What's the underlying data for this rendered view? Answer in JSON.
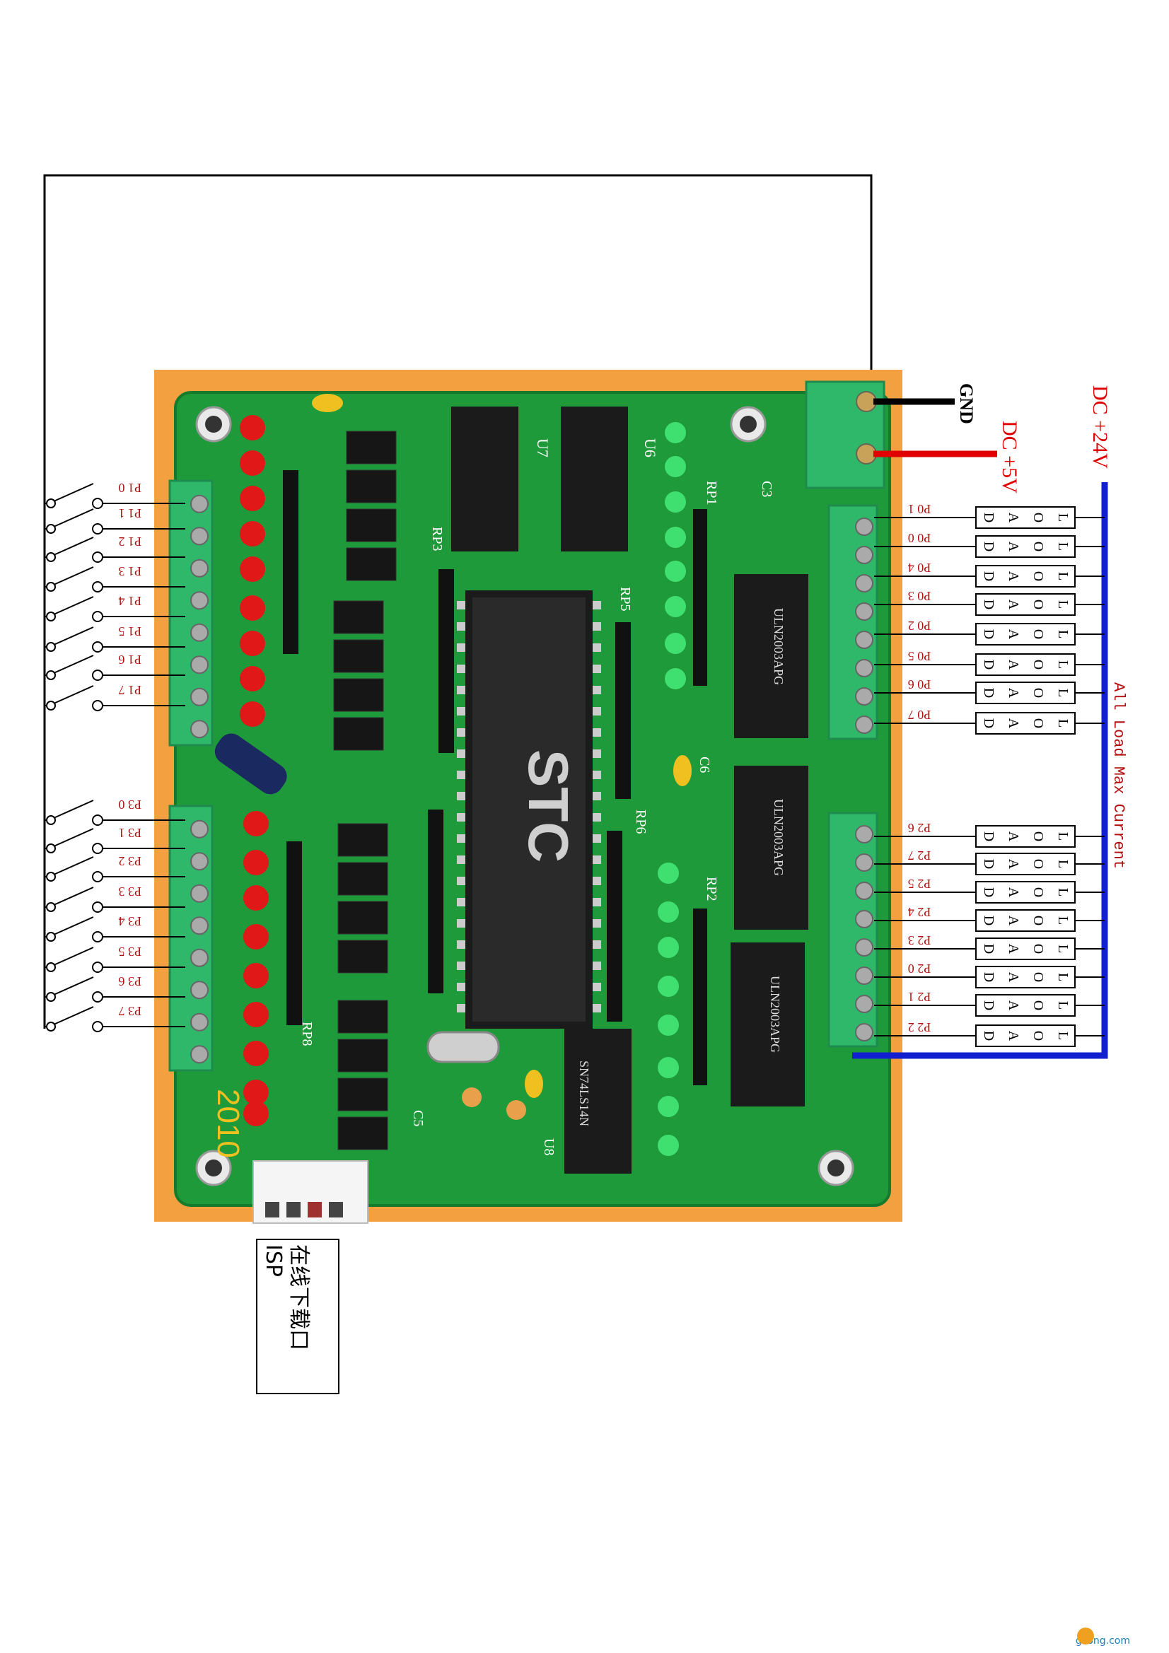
{
  "power": {
    "gnd": "GND",
    "dc5": "DC +5V",
    "dc24": "DC +24V",
    "load_note": "All Load Max Current"
  },
  "board": {
    "chip_brand": "STC",
    "u7": "U7",
    "u6": "U6",
    "u8": "U8",
    "c3": "C3",
    "c6": "C6",
    "c5": "C5",
    "rp1": "RP1",
    "rp2": "RP2",
    "rp3": "RP3",
    "rp5": "RP5",
    "rp6": "RP6",
    "rp8": "RP8",
    "year": "2010",
    "uln": "ULN2003APG",
    "ls14": "SN74LS14N"
  },
  "inputs_p1": [
    "P1 0",
    "P1 1",
    "P1 2",
    "P1 3",
    "P1 4",
    "P1 5",
    "P1 6",
    "P1 7"
  ],
  "inputs_p3": [
    "P3 0",
    "P3 1",
    "P3 2",
    "P3 3",
    "P3 4",
    "P3 5",
    "P3 6",
    "P3 7"
  ],
  "outputs_p0": [
    "P0 1",
    "P0 0",
    "P0 4",
    "P0 3",
    "P0 2",
    "P0 5",
    "P0 6",
    "P0 7"
  ],
  "outputs_p2": [
    "P2 6",
    "P2 7",
    "P2 5",
    "P2 4",
    "P2 3",
    "P2 0",
    "P2 1",
    "P2 2"
  ],
  "load_letters": [
    "L",
    "O",
    "A",
    "D"
  ],
  "isp": {
    "line1": "在线下载口",
    "line2": "ISP"
  },
  "watermark": "gkong.com",
  "colors": {
    "pcb": "#1f9a3a",
    "board_bg": "#f2a040",
    "terminal": "#2fb86a",
    "wire_red": "#e00000",
    "wire_blue": "#1020d0",
    "label_red": "#b01010"
  }
}
